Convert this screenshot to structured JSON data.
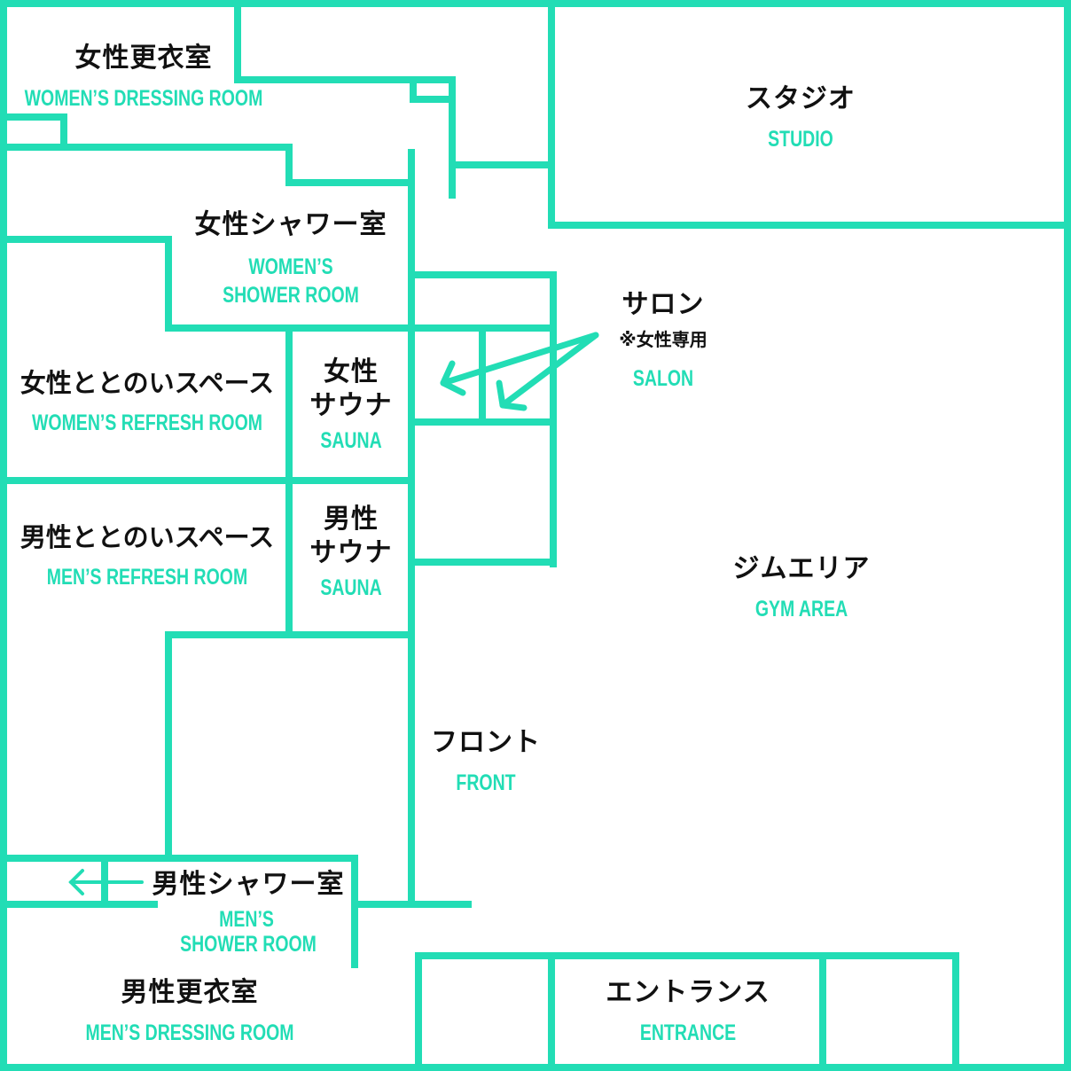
{
  "colors": {
    "wall": "#22DDB5",
    "label_jp": "#111111",
    "label_en": "#22DDB5",
    "background": "#ffffff"
  },
  "rooms": {
    "womens_dressing": {
      "jp": "女性更衣室",
      "en": "WOMEN’S DRESSING ROOM"
    },
    "studio": {
      "jp": "スタジオ",
      "en": "STUDIO"
    },
    "womens_shower": {
      "jp": "女性シャワー室",
      "en_line1": "WOMEN’S",
      "en_line2": "SHOWER ROOM"
    },
    "salon": {
      "jp": "サロン",
      "note": "※女性専用",
      "en": "SALON"
    },
    "womens_refresh": {
      "jp": "女性ととのいスペース",
      "en": "WOMEN’S REFRESH ROOM"
    },
    "womens_sauna": {
      "jp_line1": "女性",
      "jp_line2": "サウナ",
      "en": "SAUNA"
    },
    "mens_refresh": {
      "jp": "男性ととのいスペース",
      "en": "MEN’S REFRESH ROOM"
    },
    "mens_sauna": {
      "jp_line1": "男性",
      "jp_line2": "サウナ",
      "en": "SAUNA"
    },
    "gym": {
      "jp": "ジムエリア",
      "en": "GYM AREA"
    },
    "front": {
      "jp": "フロント",
      "en": "FRONT"
    },
    "mens_shower": {
      "jp": "男性シャワー室",
      "en_line1": "MEN’S",
      "en_line2": "SHOWER ROOM"
    },
    "mens_dressing": {
      "jp": "男性更衣室",
      "en": "MEN’S DRESSING ROOM"
    },
    "entrance": {
      "jp": "エントランス",
      "en": "ENTRANCE"
    }
  },
  "icons": {
    "salon_arrows": "arrow-pointer-to-salon-booths",
    "mens_shower_arrow": "arrow-left"
  }
}
